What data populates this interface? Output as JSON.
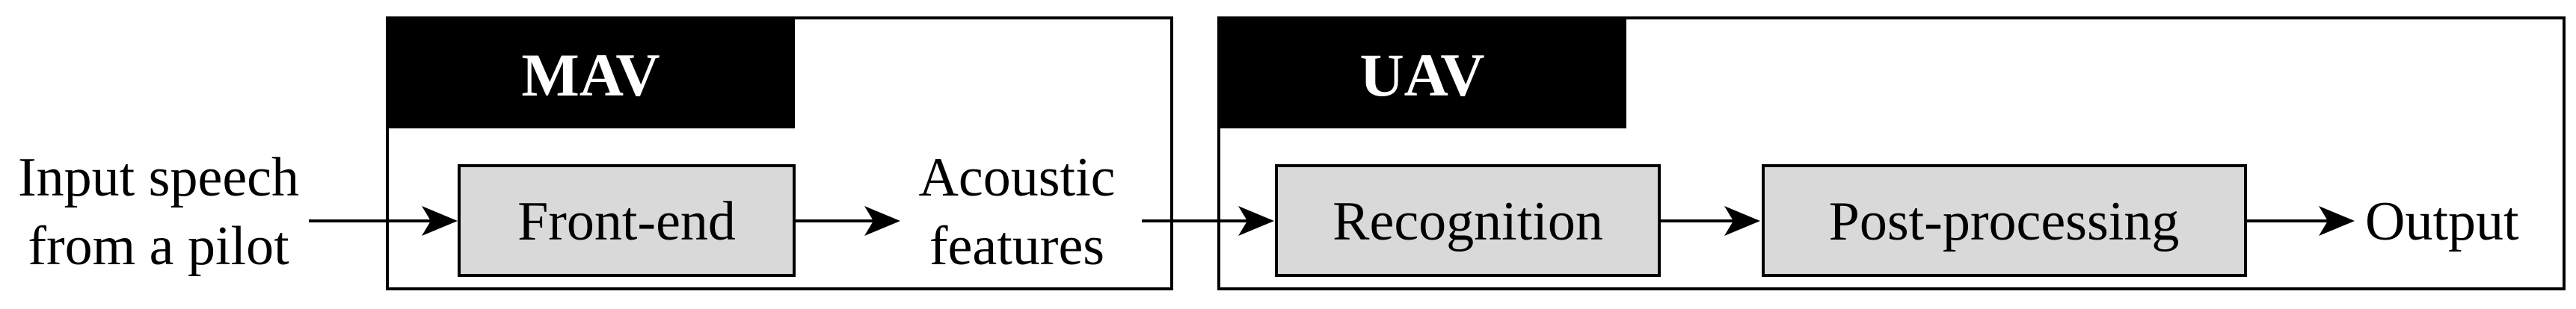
{
  "diagram": {
    "input": {
      "line1": "Input speech",
      "line2": "from a pilot"
    },
    "mav": {
      "title": "MAV",
      "front_end": "Front-end"
    },
    "features": {
      "line1": "Acoustic",
      "line2": "features"
    },
    "uav": {
      "title": "UAV",
      "recognition": "Recognition",
      "post_processing": "Post-processing"
    },
    "output": "Output",
    "colors": {
      "stroke": "#000000",
      "header_fill": "#000000",
      "header_text": "#ffffff",
      "box_fill": "#d9d9d9",
      "background": "#ffffff"
    }
  }
}
